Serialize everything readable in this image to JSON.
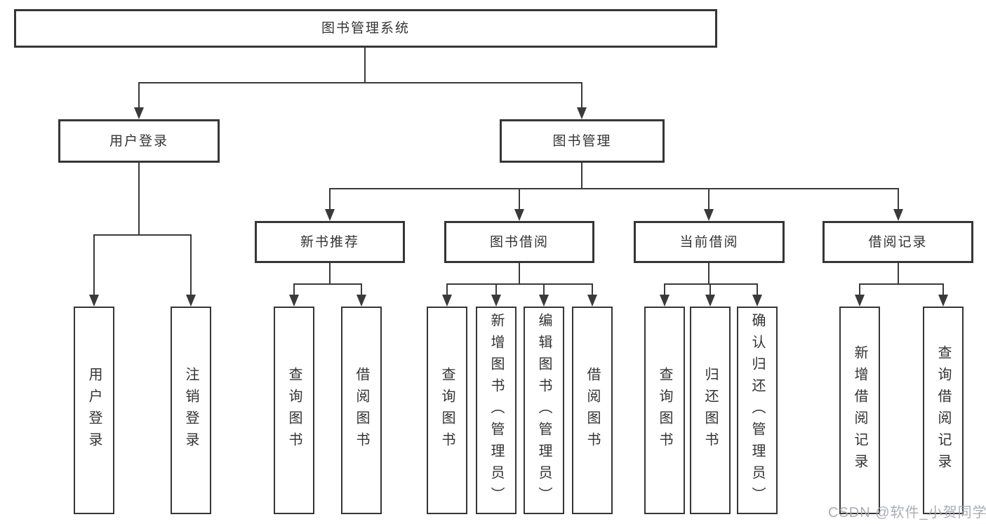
{
  "colors": {
    "line": "#3a3a3a",
    "box_border": "#363636",
    "text": "#333333",
    "background": "#ffffff",
    "watermark": "#a2a7ac"
  },
  "watermark": {
    "text": "CSDN @软件_小贺同学"
  },
  "tree": {
    "label": "图书管理系统",
    "children": [
      {
        "label": "用户登录",
        "children": [
          {
            "label": "用户登录"
          },
          {
            "label": "注销登录"
          }
        ]
      },
      {
        "label": "图书管理",
        "children": [
          {
            "label": "新书推荐",
            "children": [
              {
                "label": "查询图书"
              },
              {
                "label": "借阅图书"
              }
            ]
          },
          {
            "label": "图书借阅",
            "children": [
              {
                "label": "查询图书"
              },
              {
                "label": "新增图书（管理员）"
              },
              {
                "label": "编辑图书（管理员）"
              },
              {
                "label": "借阅图书"
              }
            ]
          },
          {
            "label": "当前借阅",
            "children": [
              {
                "label": "查询图书"
              },
              {
                "label": "归还图书"
              },
              {
                "label": "确认归还（管理员）"
              }
            ]
          },
          {
            "label": "借阅记录",
            "children": [
              {
                "label": "新增借阅记录"
              },
              {
                "label": "查询借阅记录"
              }
            ]
          }
        ]
      }
    ]
  }
}
